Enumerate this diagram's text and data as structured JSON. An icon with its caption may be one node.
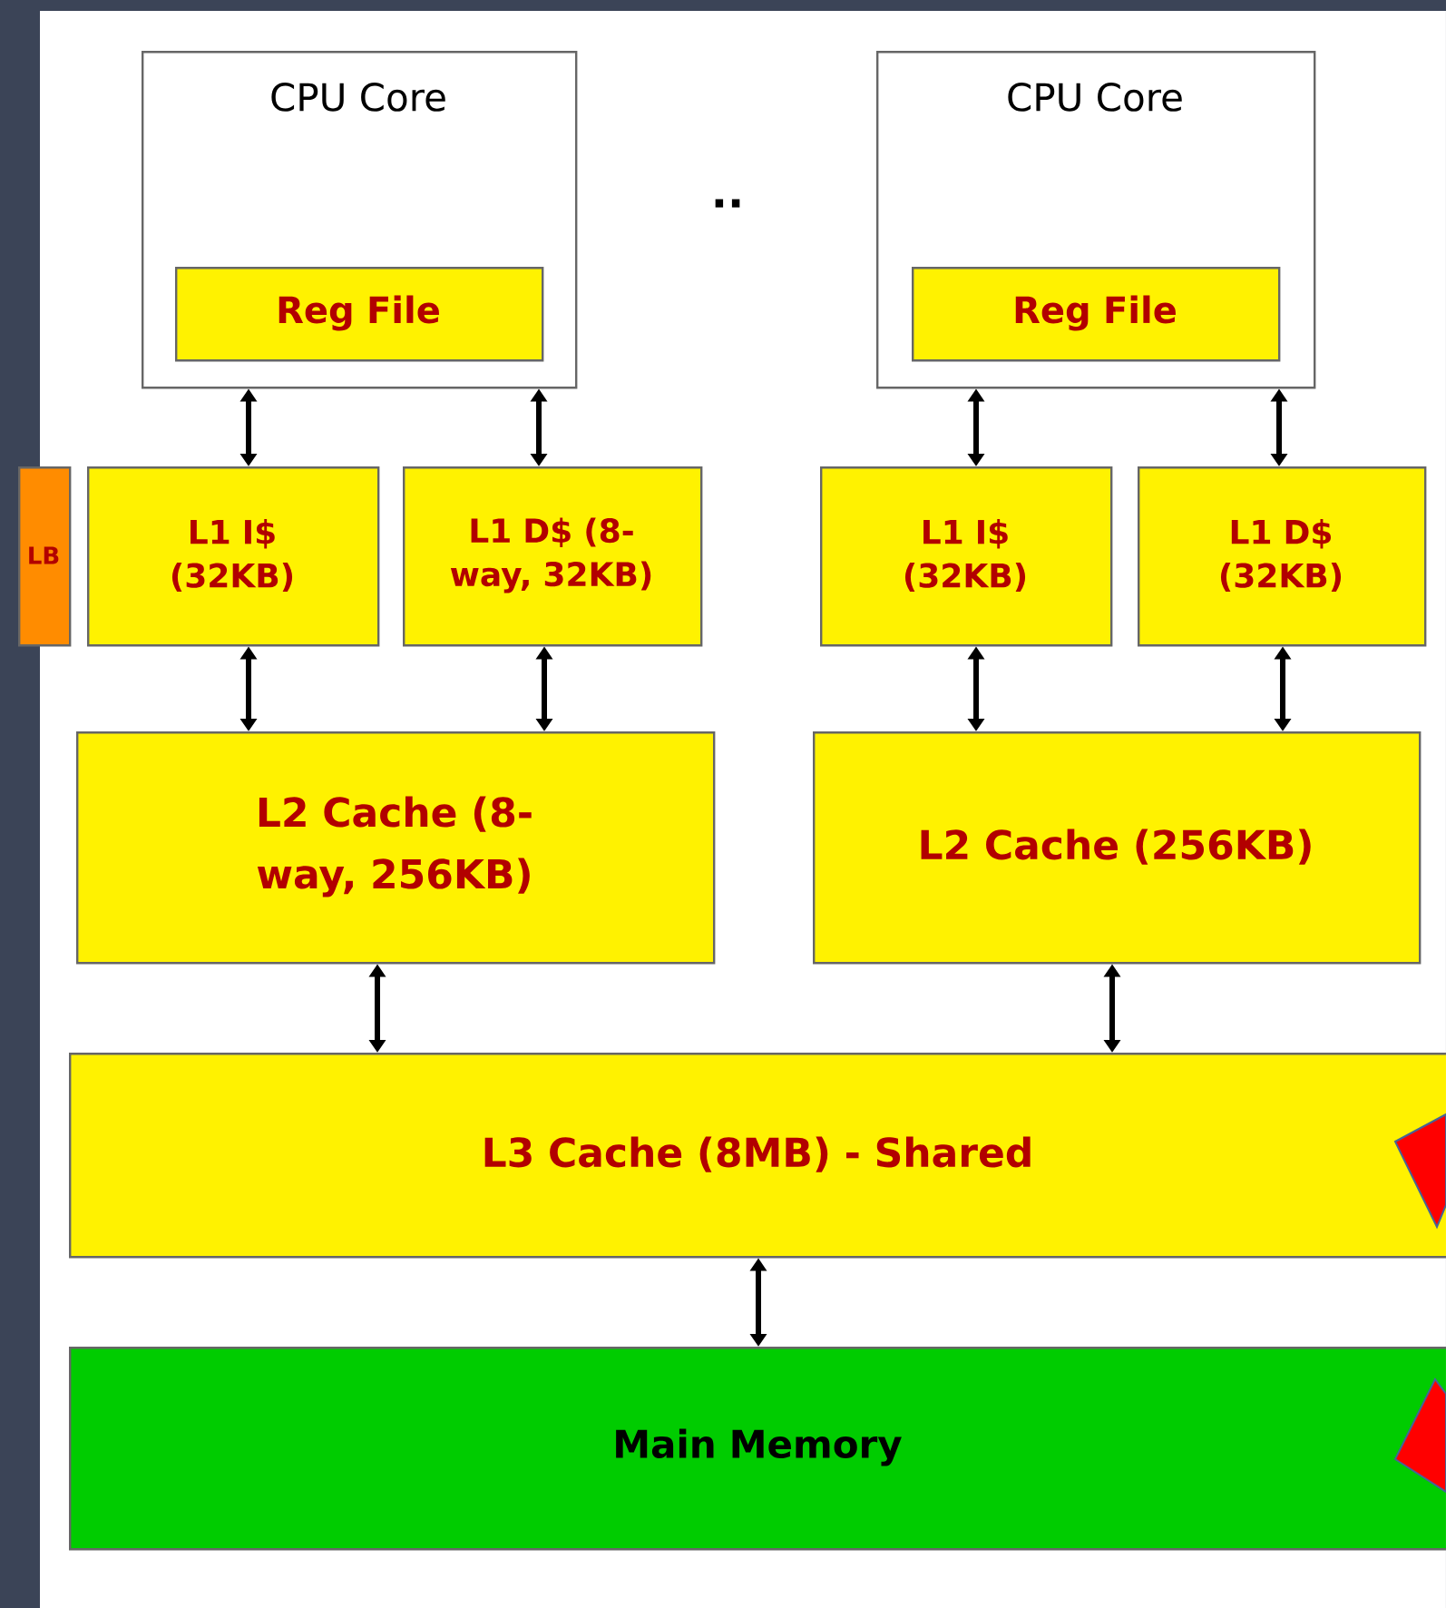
{
  "diagram": {
    "nodes": [
      {
        "text": [
          "CPU Core"
        ]
      },
      {
        "text": [
          "Reg File"
        ],
        "in": 0
      },
      {
        "text": [
          "CPU Core"
        ]
      },
      {
        "text": [
          "Reg File"
        ],
        "in": 2
      },
      {
        "text": [
          "LB"
        ]
      },
      {
        "text": [
          "L1 I$ (32KB)"
        ]
      },
      {
        "text": [
          "L1 D$ (8-way, 32KB)"
        ]
      },
      {
        "text": [
          "L1 I$ (32KB)"
        ]
      },
      {
        "text": [
          "L1 D$ (32KB)"
        ]
      },
      {
        "text": [
          "L2 Cache (8-way, 256KB)"
        ]
      },
      {
        "text": [
          "L2 Cache (256KB)"
        ]
      },
      {
        "text": [
          "L3 Cache (8MB) - Shared"
        ]
      },
      {
        "text": [
          "Main Memory"
        ]
      }
    ],
    "edges": [
      {
        "from": 0,
        "to": 5,
        "arrow": "both"
      },
      {
        "from": 0,
        "to": 6,
        "arrow": "both"
      },
      {
        "from": 2,
        "to": 7,
        "arrow": "both"
      },
      {
        "from": 2,
        "to": 8,
        "arrow": "both"
      },
      {
        "from": 5,
        "to": 9,
        "arrow": "both"
      },
      {
        "from": 6,
        "to": 9,
        "arrow": "both"
      },
      {
        "from": 7,
        "to": 10,
        "arrow": "both"
      },
      {
        "from": 8,
        "to": 10,
        "arrow": "both"
      },
      {
        "from": 9,
        "to": 11,
        "arrow": "both"
      },
      {
        "from": 10,
        "to": 11,
        "arrow": "both"
      },
      {
        "from": 11,
        "to": 12,
        "arrow": "both"
      }
    ],
    "labels": [
      ".."
    ]
  }
}
